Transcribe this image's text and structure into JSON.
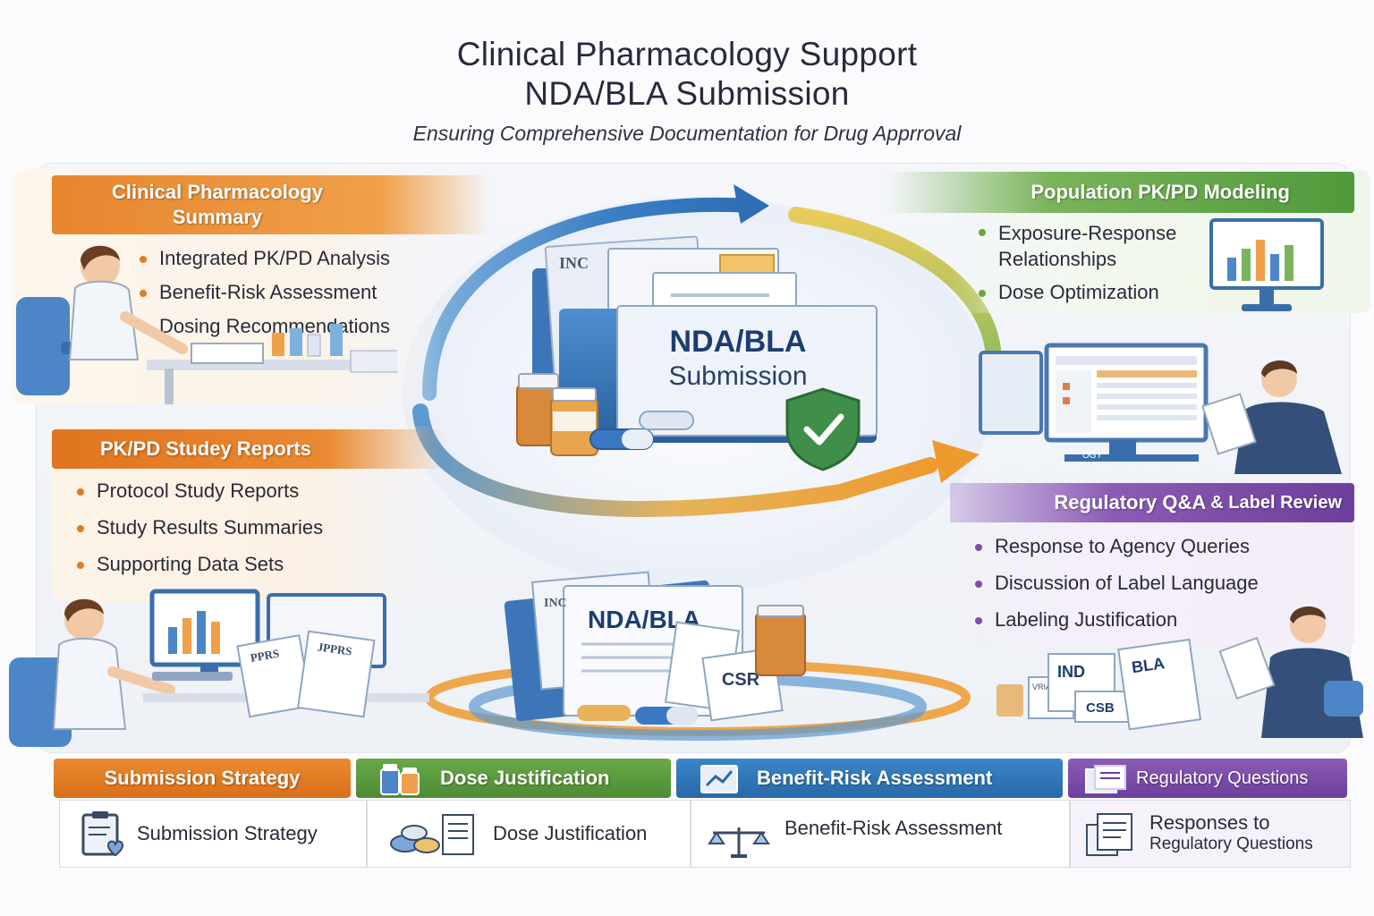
{
  "header": {
    "title_line1": "Clinical Pharmacology Support",
    "title_line2": "NDA/BLA Submission",
    "subtitle": "Ensuring Comprehensive Documentation for Drug Apprroval"
  },
  "center": {
    "top_folder_title": "NDA/BLA",
    "top_folder_subtitle": "Submission",
    "top_tab_text": "INC",
    "bottom_folder_title": "NDA/BLA",
    "bottom_tab_text": "INC",
    "csr_label": "CSR"
  },
  "panels": {
    "clin_pharm": {
      "title": "Clinical Pharmacology Summary",
      "items": [
        "Integrated PK/PD Analysis",
        "Benefit-Risk Assessment",
        "Dosing Recommendations"
      ]
    },
    "pop_pk": {
      "title": "Population PK/PD Modeling",
      "items": [
        "Exposure-Response Relationships",
        "Dose Optimization"
      ]
    },
    "pkpd_reports": {
      "title": "PK/PD Studey Reports",
      "items": [
        "Protocol Study Reports",
        "Study Results Summaries",
        "Supporting Data Sets"
      ]
    },
    "regulatory": {
      "title_main": "Regulatory Q&A",
      "title_tail": "& Label Review",
      "items": [
        "Response to Agency Queries",
        "Discussion of Label Language",
        "Labeling Justification"
      ]
    }
  },
  "illustration_labels": {
    "left_doc_1": "PPRS",
    "left_doc_2": "JPPRS",
    "right_doc_ind": "IND",
    "right_doc_bla": "BLA",
    "right_doc_csb": "CSB",
    "right_doc_small": "VRIAIT",
    "monitor_caption": "OGY"
  },
  "bottom": [
    {
      "header": "Submission Strategy",
      "label": "Submission Strategy",
      "icon": "clipboard-heart-icon",
      "color": "#e07b22"
    },
    {
      "header": "Dose Justification",
      "label": "Dose Justification",
      "icon": "pills-document-icon",
      "color": "#5a9a3c"
    },
    {
      "header": "Benefit-Risk Assessment",
      "label": "Benefit-Risk Assessment",
      "icon": "scales-icon",
      "color": "#2f78b8"
    },
    {
      "header": "Regulatory Questions",
      "label_line1": "Responses to",
      "label_line2": "Regulatory Questions",
      "icon": "documents-icon",
      "color": "#7d4fa8"
    }
  ],
  "colors": {
    "orange": "#e07b22",
    "green": "#64a844",
    "purple": "#7d4fa8",
    "blue": "#2f78b8"
  }
}
